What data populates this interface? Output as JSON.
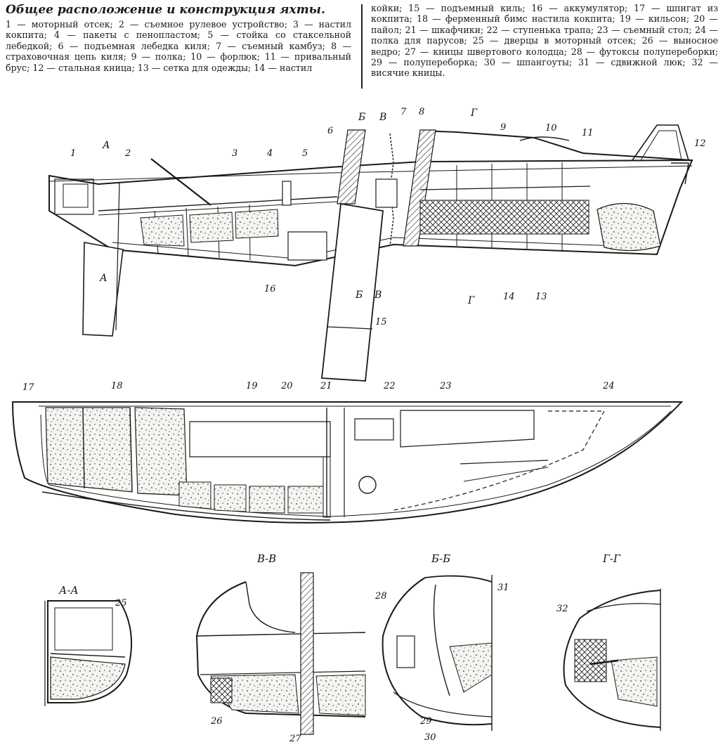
{
  "caption": {
    "title": "Общее расположение и конструкция яхты.",
    "left_text": "1 — моторный отсек; 2 — съемное рулевое устройство; 3 — настил кокпита; 4 — пакеты с пенопластом; 5 — стойка со стаксельной лебедкой; 6 — подъемная лебедка киля; 7 — съемный камбуз; 8 — страховочная цепь киля; 9 — полка; 10 — форлюк; 11 — привальный брус; 12 — стальная кница; 13 — сетка для одежды; 14 — настил",
    "right_text": "койки; 15 — подъемный киль; 16 — аккумулятор; 17 — шпигат из кокпита; 18 — ферменный бимс настила кокпита; 19 — кильсон; 20 — пайол; 21 — шкафчики; 22 — ступенька трапа; 23 — съемный стол; 24 — полка для парусов; 25 — дверцы в моторный отсек; 26 — выносное ведро; 27 — кницы швертового колодца; 28 — футоксы полупереборки; 29 — полупереборка; 30 — шпангоуты; 31 — сдвижной люк; 32 — висячие кницы."
  },
  "section_titles": {
    "aa": "А-А",
    "vv": "В-В",
    "bb": "Б-Б",
    "gg": "Г-Г"
  },
  "section_marks": {
    "a": "А",
    "b": "Б",
    "v": "В",
    "g": "Г"
  },
  "callouts": {
    "n1": "1",
    "n2": "2",
    "n3": "3",
    "n4": "4",
    "n5": "5",
    "n6": "6",
    "n7": "7",
    "n8": "8",
    "n9": "9",
    "n10": "10",
    "n11": "11",
    "n12": "12",
    "n13": "13",
    "n14": "14",
    "n15": "15",
    "n16": "16",
    "n17": "17",
    "n18": "18",
    "n19": "19",
    "n20": "20",
    "n21": "21",
    "n22": "22",
    "n23": "23",
    "n24": "24",
    "n25": "25",
    "n26": "26",
    "n27": "27",
    "n28": "28",
    "n29": "29",
    "n30": "30",
    "n31": "31",
    "n32": "32"
  }
}
